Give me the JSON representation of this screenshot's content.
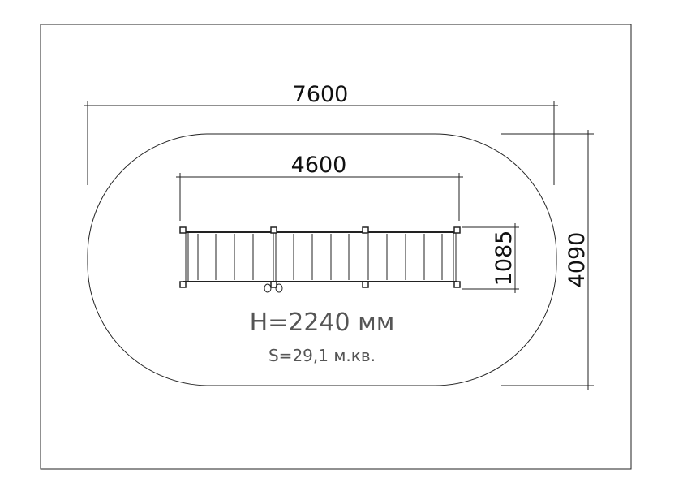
{
  "dimensions": {
    "overall_length": "7600",
    "structure_length": "4600",
    "structure_width": "1085",
    "overall_width": "4090"
  },
  "labels": {
    "height": "H=2240 мм",
    "area": "S=29,1 м.кв."
  }
}
